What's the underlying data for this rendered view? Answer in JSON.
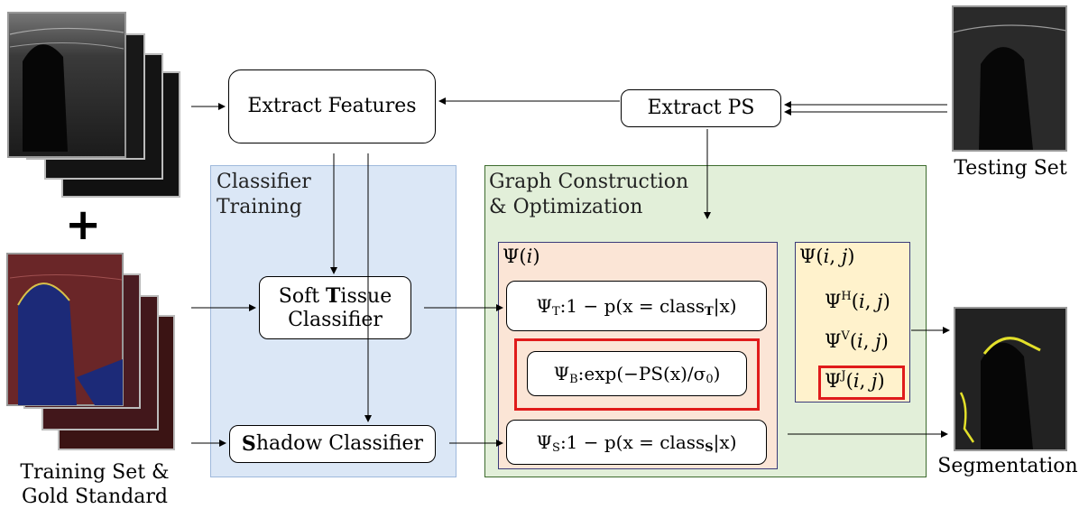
{
  "regions": {
    "classifier_training": {
      "label": "Classifier\nTraining"
    },
    "graph_construction": {
      "label": "Graph Construction\n& Optimization"
    }
  },
  "boxes": {
    "extract_features": "Extract Features",
    "extract_ps": "Extract PS",
    "soft_tissue_a": "Soft ",
    "soft_tissue_bold": "T",
    "soft_tissue_b": "issue",
    "soft_tissue_c": "Classifier",
    "shadow_bold": "S",
    "shadow_rest": "hadow Classifier"
  },
  "unary": {
    "title": "Ψ(i)",
    "t_sym": "Ψ",
    "t_sub": "T",
    "t_expr": ":1 − p(x = class",
    "t_class": "T",
    "t_end": "|x)",
    "b_sym": "Ψ",
    "b_sub": "B",
    "b_expr": ":exp(−PS(x)/σ",
    "b_sigma_sub": "0",
    "b_end": ")",
    "s_sym": "Ψ",
    "s_sub": "S",
    "s_expr": ":1 − p(x = class",
    "s_class": "S",
    "s_end": "|x)"
  },
  "pairwise": {
    "title_sym": "Ψ",
    "title_args": "(i, j)",
    "h_sym": "Ψ",
    "h_sup": "H",
    "h_args": "(i, j)",
    "v_sym": "Ψ",
    "v_sup": "V",
    "v_args": "(i, j)",
    "j_sym": "Ψ",
    "j_sup": "J",
    "j_args": "(i, j)"
  },
  "captions": {
    "testing": "Testing Set",
    "training_1": "Training Set &",
    "training_2": "Gold Standard",
    "segmentation": "Segmentation",
    "plus": "+"
  },
  "colors": {
    "classifier_bg": "#dbe7f6",
    "graph_bg": "#e2efd9",
    "unary_bg": "#fbe5d6",
    "pairwise_bg": "#fff2cc",
    "highlight": "#e01b1b"
  }
}
